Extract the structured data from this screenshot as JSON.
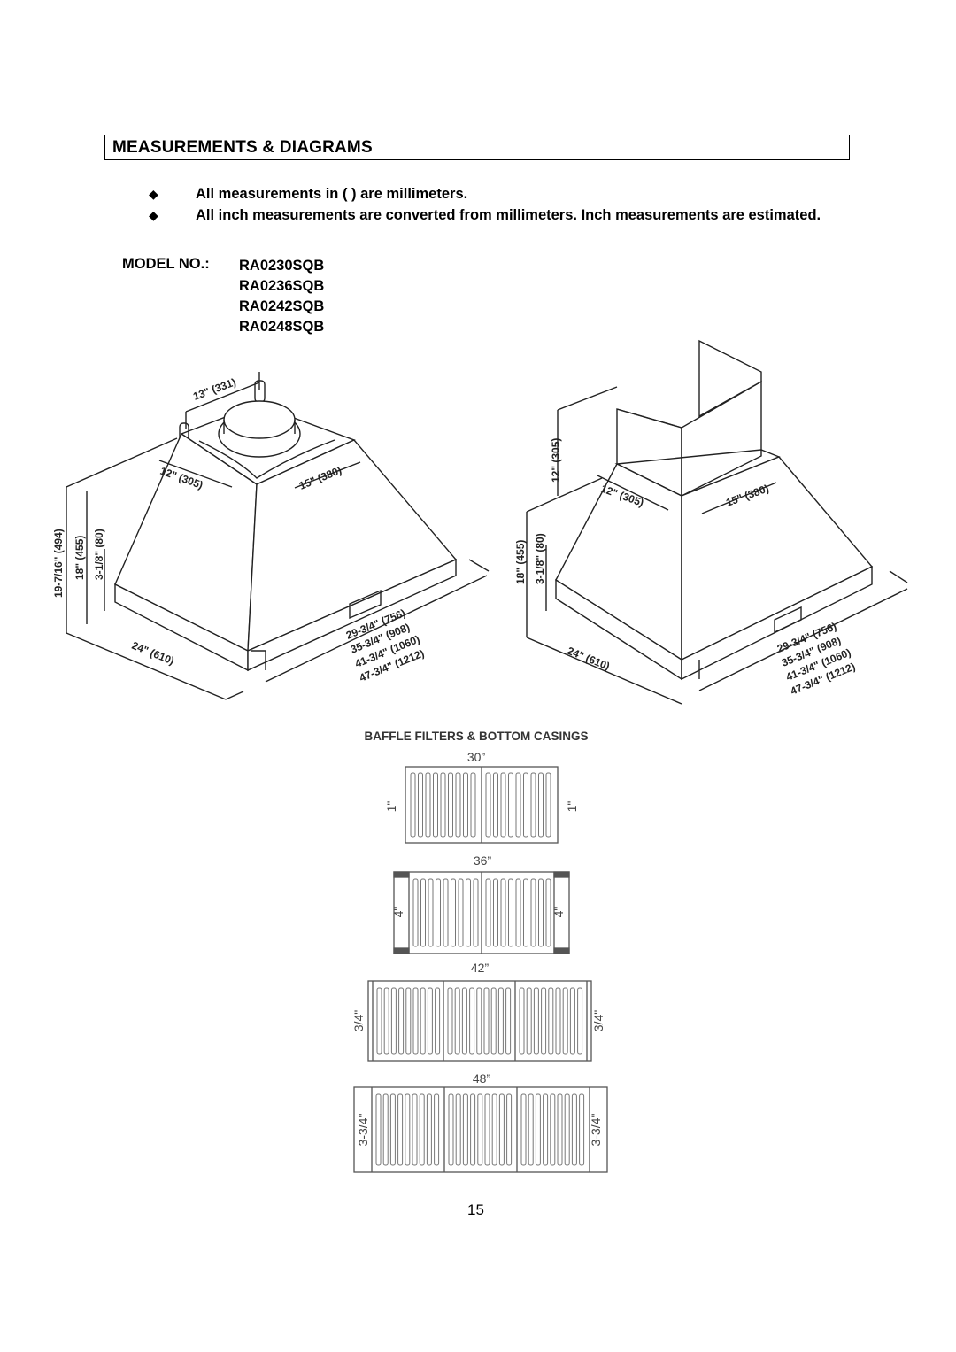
{
  "header": {
    "title": "MEASUREMENTS & DIAGRAMS"
  },
  "notes": [
    "All measurements in ( ) are millimeters.",
    "All inch measurements are converted from millimeters.  Inch measurements are estimated."
  ],
  "models": {
    "label": "MODEL NO.:",
    "numbers": [
      "RA0230SQB",
      "RA0236SQB",
      "RA0242SQB",
      "RA0248SQB"
    ]
  },
  "diagram_left": {
    "top_width": "13\" (331)",
    "top_depth": "12\" (305)",
    "top_side": "15\" (380)",
    "height_total": "19-7/16\" (494)",
    "height_body": "18\" (455)",
    "height_skirt": "3-1/8\" (80)",
    "depth": "24\" (610)",
    "widths": [
      "29-3/4\" (756)",
      "35-3/4\" (908)",
      "41-3/4\" (1060)",
      "47-3/4\" (1212)"
    ]
  },
  "diagram_right": {
    "chimney_height": "12\" (305)",
    "top_depth": "12\" (305)",
    "top_side": "15\" (380)",
    "height_body": "18\" (455)",
    "height_skirt": "3-1/8\" (80)",
    "depth": "24\" (610)",
    "widths": [
      "29-3/4\" (756)",
      "35-3/4\" (908)",
      "41-3/4\" (1060)",
      "47-3/4\" (1212)"
    ]
  },
  "filters": {
    "title": "BAFFLE FILTERS & BOTTOM CASINGS",
    "rows": [
      {
        "width": "30”",
        "side": "1\""
      },
      {
        "width": "36”",
        "side": "4\""
      },
      {
        "width": "42”",
        "side": "3/4\""
      },
      {
        "width": "48”",
        "side": "3-3/4\""
      }
    ]
  },
  "page_number": "15"
}
